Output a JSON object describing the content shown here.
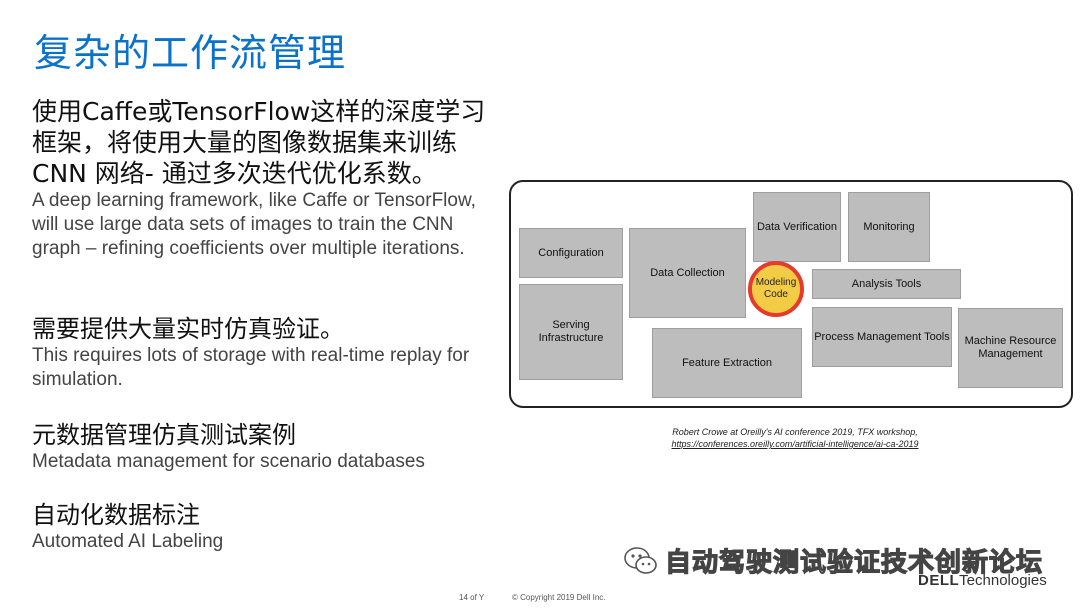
{
  "slide": {
    "title": "复杂的工作流管理",
    "intro": {
      "zh": "使用Caffe或TensorFlow这样的深度学习框架，将使用大量的图像数据集来训练CNN 网络- 通过多次迭代优化系数。",
      "en": "A deep learning framework, like Caffe or TensorFlow, will use large data sets of images to train the CNN graph – refining coefficients over multiple iterations."
    },
    "sections": [
      {
        "zh": "需要提供大量实时仿真验证。",
        "en": "This requires lots of storage with real-time replay for simulation."
      },
      {
        "zh": "元数据管理仿真测试案例",
        "en": "Metadata management for scenario databases"
      },
      {
        "zh": "自动化数据标注",
        "en": "Automated AI Labeling"
      }
    ]
  },
  "diagram": {
    "boxes": {
      "configuration": "Configuration",
      "serving_infrastructure": "Serving Infrastructure",
      "data_collection": "Data Collection",
      "feature_extraction": "Feature Extraction",
      "data_verification": "Data Verification",
      "monitoring": "Monitoring",
      "analysis_tools": "Analysis Tools",
      "process_management_tools": "Process Management Tools",
      "machine_resource_management": "Machine Resource Management"
    },
    "center": "Modeling Code",
    "colors": {
      "box": "#bdbdbd",
      "circle_fill": "#f3cc46",
      "circle_ring": "#e53a2e"
    }
  },
  "caption": {
    "line1": "Robert Crowe at Oreilly's AI conference 2019, TFX workshop,",
    "link": "https://conferences.oreilly.com/artificial-intelligence/ai-ca-2019"
  },
  "footer": {
    "page": "14 of Y",
    "copyright": "© Copyright 2019 Dell Inc.",
    "watermark": "自动驾驶测试验证技术创新论坛",
    "brand": "DELL",
    "brand_suffix": "Technologies"
  },
  "theme": {
    "title_color": "#0a72c9"
  }
}
